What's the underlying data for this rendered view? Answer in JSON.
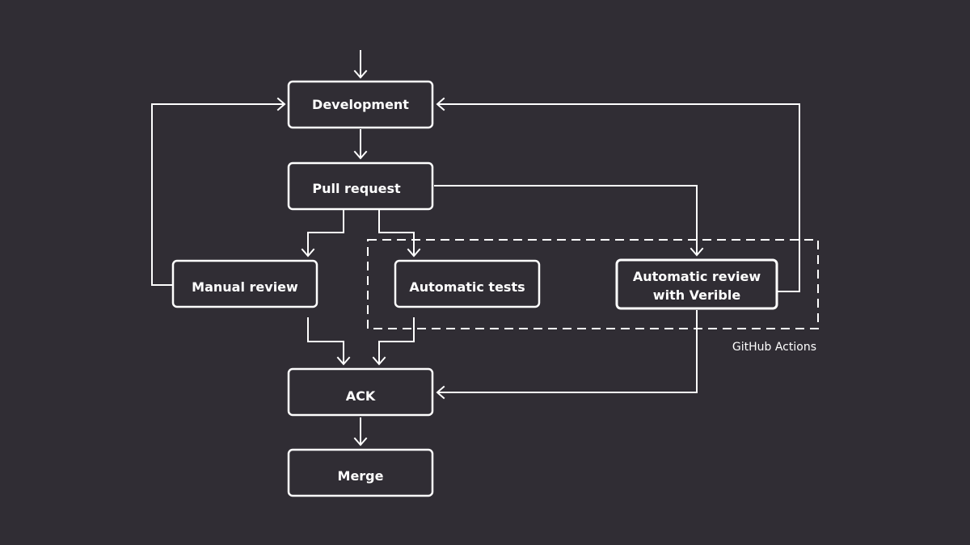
{
  "nodes": {
    "development": "Development",
    "pull_request": "Pull request",
    "manual_review": "Manual review",
    "automatic_tests": "Automatic tests",
    "automatic_review_line1": "Automatic review",
    "automatic_review_line2": "with Verible",
    "ack": "ACK",
    "merge": "Merge"
  },
  "group": {
    "label": "GitHub Actions"
  },
  "colors": {
    "background": "#302d34",
    "foreground": "#ffffff"
  }
}
